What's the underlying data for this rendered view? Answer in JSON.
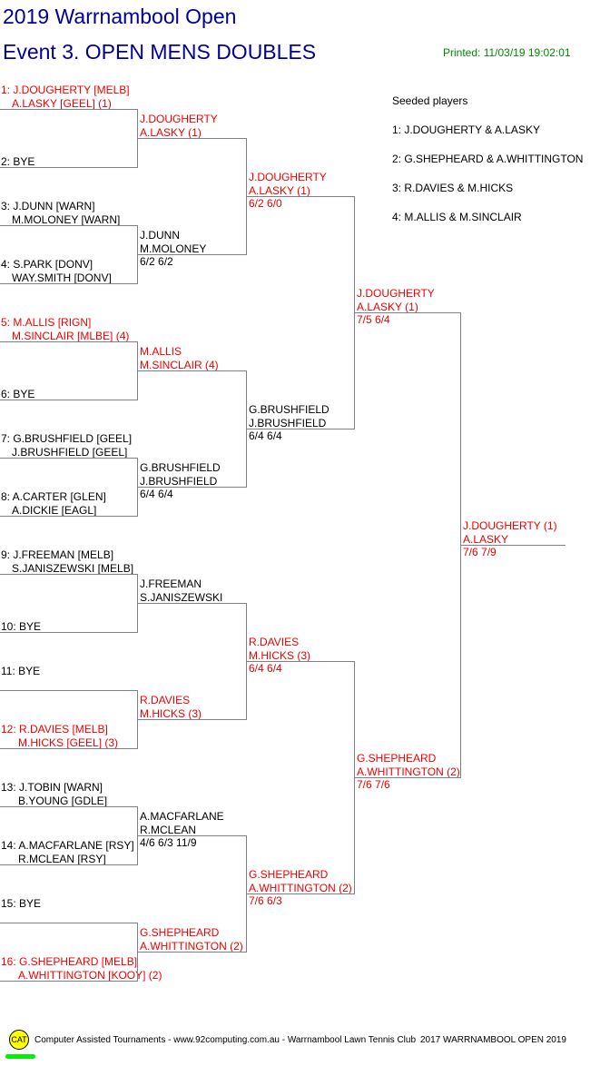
{
  "header": {
    "title": "2019 Warrnambool Open",
    "event": "Event 3. OPEN MENS DOUBLES",
    "printed": "Printed: 11/03/19 19:02:01"
  },
  "seeded": {
    "heading": "Seeded players",
    "items": [
      "1: J.DOUGHERTY & A.LASKY",
      "2: G.SHEPHEARD & A.WHITTINGTON",
      "3: R.DAVIES & M.HICKS",
      "4: M.ALLIS & M.SINCLAIR"
    ]
  },
  "draw": [
    {
      "lines": [
        "1: J.DOUGHERTY [MELB]",
        "A.LASKY [GEEL] (1)"
      ],
      "seed": true
    },
    {
      "lines": [
        "2: BYE"
      ],
      "seed": false
    },
    {
      "lines": [
        "3: J.DUNN [WARN]",
        "M.MOLONEY [WARN]"
      ],
      "seed": false
    },
    {
      "lines": [
        "4: S.PARK [DONV]",
        "WAY.SMITH [DONV]"
      ],
      "seed": false
    },
    {
      "lines": [
        "5: M.ALLIS [RIGN]",
        "M.SINCLAIR [MLBE] (4)"
      ],
      "seed": true
    },
    {
      "lines": [
        "6: BYE"
      ],
      "seed": false
    },
    {
      "lines": [
        "7: G.BRUSHFIELD [GEEL]",
        "J.BRUSHFIELD [GEEL]"
      ],
      "seed": false
    },
    {
      "lines": [
        "8: A.CARTER [GLEN]",
        "A.DICKIE [EAGL]"
      ],
      "seed": false
    },
    {
      "lines": [
        "9: J.FREEMAN [MELB]",
        "S.JANISZEWSKI [MELB]"
      ],
      "seed": false
    },
    {
      "lines": [
        "10: BYE"
      ],
      "seed": false
    },
    {
      "lines": [
        "11: BYE"
      ],
      "seed": false
    },
    {
      "lines": [
        "12: R.DAVIES [MELB]",
        "M.HICKS [GEEL] (3)"
      ],
      "seed": true
    },
    {
      "lines": [
        "13: J.TOBIN [WARN]",
        "B.YOUNG [GDLE]"
      ],
      "seed": false
    },
    {
      "lines": [
        "14: A.MACFARLANE [RSY]",
        "R.MCLEAN [RSY]"
      ],
      "seed": false
    },
    {
      "lines": [
        "15: BYE"
      ],
      "seed": false
    },
    {
      "lines": [
        "16: G.SHEPHEARD [MELB]",
        "A.WHITTINGTON [KOOY] (2)"
      ],
      "seed": true
    }
  ],
  "rounds": [
    [
      {
        "lines": [
          "J.DOUGHERTY",
          "A.LASKY (1)"
        ],
        "score": "",
        "seed": true
      },
      {
        "lines": [
          "J.DUNN",
          "M.MOLONEY"
        ],
        "score": "6/2 6/2",
        "seed": false
      },
      {
        "lines": [
          "M.ALLIS",
          "M.SINCLAIR (4)"
        ],
        "score": "",
        "seed": true
      },
      {
        "lines": [
          "G.BRUSHFIELD",
          "J.BRUSHFIELD"
        ],
        "score": "6/4 6/4",
        "seed": false
      },
      {
        "lines": [
          "J.FREEMAN",
          "S.JANISZEWSKI"
        ],
        "score": "",
        "seed": false
      },
      {
        "lines": [
          "R.DAVIES",
          "M.HICKS (3)"
        ],
        "score": "",
        "seed": true
      },
      {
        "lines": [
          "A.MACFARLANE",
          "R.MCLEAN"
        ],
        "score": "4/6 6/3 11/9",
        "seed": false
      },
      {
        "lines": [
          "G.SHEPHEARD",
          "A.WHITTINGTON (2)"
        ],
        "score": "",
        "seed": true
      }
    ],
    [
      {
        "lines": [
          "J.DOUGHERTY",
          "A.LASKY (1)"
        ],
        "score": "6/2 6/0",
        "seed": true
      },
      {
        "lines": [
          "G.BRUSHFIELD",
          "J.BRUSHFIELD"
        ],
        "score": "6/4 6/4",
        "seed": false
      },
      {
        "lines": [
          "R.DAVIES",
          "M.HICKS (3)"
        ],
        "score": "6/4 6/4",
        "seed": true
      },
      {
        "lines": [
          "G.SHEPHEARD",
          "A.WHITTINGTON (2)"
        ],
        "score": "7/6 6/3",
        "seed": true
      }
    ],
    [
      {
        "lines": [
          "J.DOUGHERTY",
          "A.LASKY (1)"
        ],
        "score": "7/5 6/4",
        "seed": true
      },
      {
        "lines": [
          "G.SHEPHEARD",
          "A.WHITTINGTON (2)"
        ],
        "score": "7/6 7/6",
        "seed": true
      }
    ],
    [
      {
        "lines": [
          "J.DOUGHERTY (1)",
          "A.LASKY"
        ],
        "score": "7/6 7/9",
        "seed": true
      }
    ]
  ],
  "footer": {
    "logo": "CAT",
    "credit": "Computer Assisted Tournaments - www.92computing.com.au -  Warrnambool Lawn Tennis Club",
    "tournament": "2017 WARRNAMBOOL OPEN 2019"
  }
}
